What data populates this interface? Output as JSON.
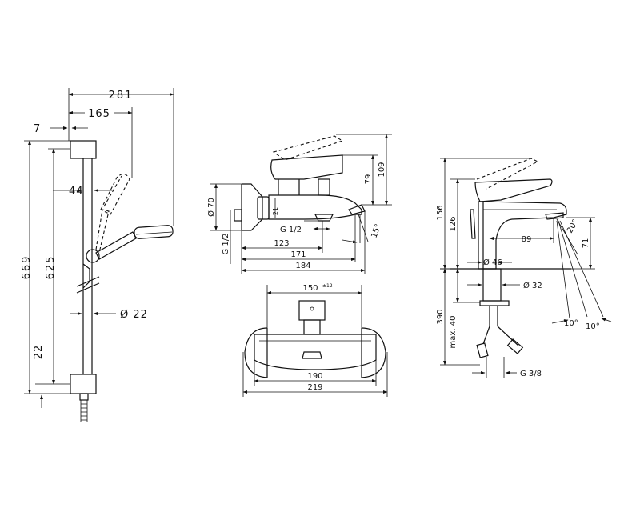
{
  "shower_set": {
    "width_281": "281",
    "width_165": "165",
    "offset_7": "7",
    "offset_44": "44",
    "height_669": "669",
    "height_625": "625",
    "height_22": "22",
    "rail_diameter": "Ø 22"
  },
  "bath_mixer": {
    "height_79": "79",
    "height_109": "109",
    "diameter_70": "Ø 70",
    "offset_21": "21",
    "thread_g12_side": "G 1/2",
    "thread_g12_bottom": "G 1/2",
    "angle_15": "15°",
    "length_123": "123",
    "length_171": "171",
    "length_184": "184",
    "spacing_150": "150",
    "spacing_tolerance": "±12",
    "width_190": "190",
    "width_219": "219"
  },
  "basin_mixer": {
    "height_156": "156",
    "height_126": "126",
    "reach_89": "89",
    "angle_20": "20°",
    "height_71": "71",
    "base_diameter": "Ø 46",
    "hole_diameter": "Ø 32",
    "hose_length_390": "390",
    "max_thickness": "max. 40",
    "angle_10_a": "10°",
    "angle_10_b": "10°",
    "connection_thread": "G 3/8"
  }
}
